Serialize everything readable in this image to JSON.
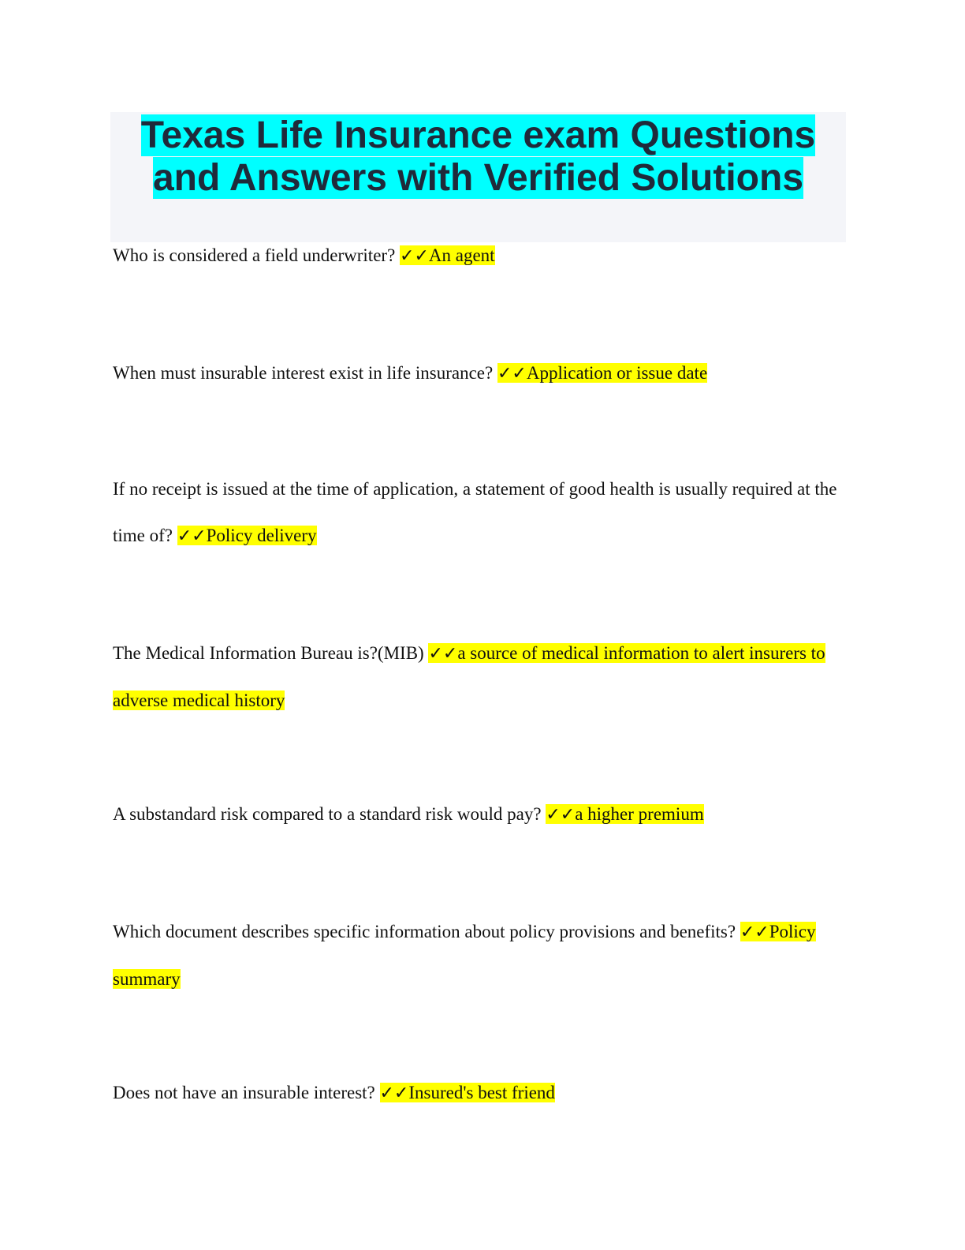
{
  "document": {
    "title_line1": "Texas Life Insurance exam Questions",
    "title_line2": "and Answers with Verified Solutions",
    "checkmark": "✓✓",
    "qa": [
      {
        "q": "Who is considered a field underwriter? ",
        "a": "An agent"
      },
      {
        "q": "When must insurable interest exist in life insurance? ",
        "a": "Application or issue date"
      },
      {
        "q": "If no receipt is issued at the time of application, a statement of good health is usually required at the time of? ",
        "a": "Policy delivery"
      },
      {
        "q": "The Medical Information Bureau is?(MIB) ",
        "a": "a source of medical information to alert insurers to adverse medical history"
      },
      {
        "q": "A substandard risk compared to a standard risk would pay? ",
        "a": "a higher premium"
      },
      {
        "q": "Which document describes specific information about policy provisions and benefits? ",
        "a": "Policy summary"
      },
      {
        "q": "Does not have an insurable interest? ",
        "a": "Insured's best friend"
      }
    ]
  },
  "colors": {
    "title_highlight": "#00ffff",
    "answer_highlight": "#ffff00",
    "title_box_bg": "#f4f5f9",
    "title_text": "#1f2a3a"
  }
}
